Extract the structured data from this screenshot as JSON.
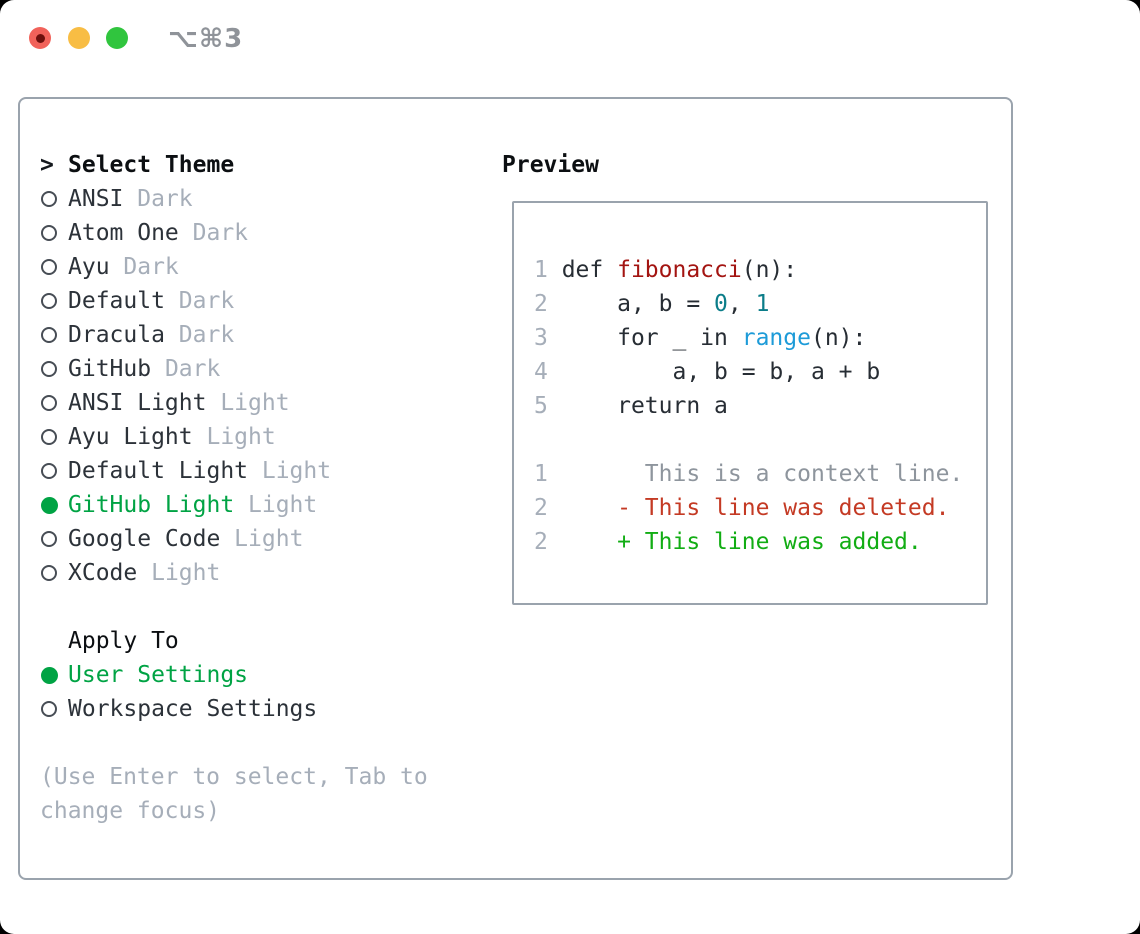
{
  "window": {
    "title": "⌥⌘3",
    "traffic_lights": {
      "close": "close-button",
      "minimize": "minimize-button",
      "zoom": "zoom-button"
    }
  },
  "theme_picker": {
    "prompt": ">",
    "title": "Select Theme",
    "items": [
      {
        "name": "ANSI",
        "variant": "Dark",
        "selected": false
      },
      {
        "name": "Atom One",
        "variant": "Dark",
        "selected": false
      },
      {
        "name": "Ayu",
        "variant": "Dark",
        "selected": false
      },
      {
        "name": "Default",
        "variant": "Dark",
        "selected": false
      },
      {
        "name": "Dracula",
        "variant": "Dark",
        "selected": false
      },
      {
        "name": "GitHub",
        "variant": "Dark",
        "selected": false
      },
      {
        "name": "ANSI Light",
        "variant": "Light",
        "selected": false
      },
      {
        "name": "Ayu Light",
        "variant": "Light",
        "selected": false
      },
      {
        "name": "Default Light",
        "variant": "Light",
        "selected": false
      },
      {
        "name": "GitHub Light",
        "variant": "Light",
        "selected": true
      },
      {
        "name": "Google Code",
        "variant": "Light",
        "selected": false
      },
      {
        "name": "XCode",
        "variant": "Light",
        "selected": false
      }
    ]
  },
  "apply_to": {
    "title": "Apply To",
    "options": [
      {
        "label": "User Settings",
        "selected": true
      },
      {
        "label": "Workspace Settings",
        "selected": false
      }
    ]
  },
  "help_text": "(Use Enter to select, Tab to change focus)",
  "preview": {
    "title": "Preview",
    "lines": [
      {
        "num": "1",
        "segments": [
          {
            "t": "def ",
            "c": "plain"
          },
          {
            "t": "fibonacci",
            "c": "func"
          },
          {
            "t": "(n):",
            "c": "plain"
          }
        ]
      },
      {
        "num": "2",
        "segments": [
          {
            "t": "    a, b = ",
            "c": "plain"
          },
          {
            "t": "0",
            "c": "num"
          },
          {
            "t": ", ",
            "c": "plain"
          },
          {
            "t": "1",
            "c": "num"
          }
        ]
      },
      {
        "num": "3",
        "segments": [
          {
            "t": "    for _ in ",
            "c": "plain"
          },
          {
            "t": "range",
            "c": "builtin"
          },
          {
            "t": "(n):",
            "c": "plain"
          }
        ]
      },
      {
        "num": "4",
        "segments": [
          {
            "t": "        a, b = b, a + b",
            "c": "plain"
          }
        ]
      },
      {
        "num": "5",
        "segments": [
          {
            "t": "    return a",
            "c": "plain"
          }
        ]
      },
      {
        "num": "",
        "segments": []
      },
      {
        "num": "1",
        "segments": [
          {
            "t": "      This is a context line.",
            "c": "ctx"
          }
        ]
      },
      {
        "num": "2",
        "segments": [
          {
            "t": "    - This line was deleted.",
            "c": "del"
          }
        ]
      },
      {
        "num": "2",
        "segments": [
          {
            "t": "    + This line was added.",
            "c": "add"
          }
        ]
      }
    ]
  },
  "colors": {
    "selection_green": "#00a344",
    "diff_added_green": "#12ad14",
    "diff_deleted_red": "#c43a24",
    "function_red": "#a31411",
    "number_teal": "#0b7d89",
    "builtin_blue": "#1d9bd8",
    "muted_gray": "#a6aeb9",
    "panel_border": "#9aa3ad",
    "traffic_red": "#f1625a",
    "traffic_yellow": "#f8bd44",
    "traffic_green": "#30c53e"
  }
}
